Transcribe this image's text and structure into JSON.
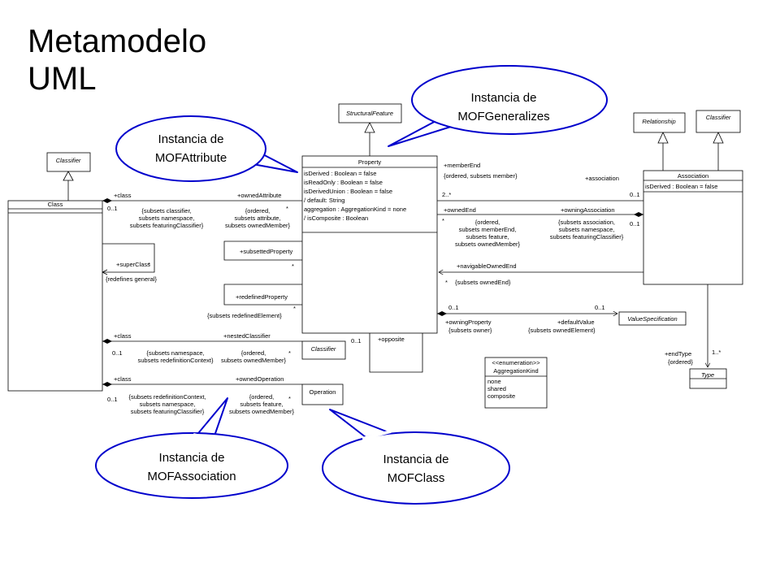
{
  "title": {
    "line1": "Metamodelo",
    "line2": "UML"
  },
  "callouts": {
    "generalizes": {
      "line1": "Instancia de",
      "line2": "MOFGeneralizes"
    },
    "attribute": {
      "line1": "Instancia de",
      "line2": "MOFAttribute"
    },
    "association": {
      "line1": "Instancia de",
      "line2": "MOFAssociation"
    },
    "class": {
      "line1": "Instancia de",
      "line2": "MOFClass"
    }
  },
  "classes": {
    "structural_feature": "StructuralFeature",
    "classifier_top_left": "Classifier",
    "class": "Class",
    "property": "Property",
    "property_attrs": [
      "isDerived : Boolean = false",
      "isReadOnly : Boolean = false",
      "isDerivedUnion : Boolean = false",
      "/ default: String",
      "aggregation : AggregationKind = none",
      "/ isComposite : Boolean"
    ],
    "relationship": "Relationship",
    "classifier_top_right": "Classifier",
    "association": "Association",
    "association_attr": "isDerived : Boolean = false",
    "classifier_mid": "Classifier",
    "operation": "Operation",
    "value_specification": "ValueSpecification",
    "type": "Type",
    "enum_stereotype": "<<enumeration>>",
    "enum_name": "AggregationKind",
    "enum_literals": [
      "none",
      "shared",
      "composite"
    ]
  },
  "labels": {
    "plus_class_1": "+class",
    "owned_attribute": "+ownedAttribute",
    "mult_01_1": "0..1",
    "star_1": "*",
    "ann_class_1": [
      "{subsets classifier,",
      "subsets namespace,",
      "subsets featuringClassifier}"
    ],
    "ann_attr_1": [
      "{ordered,",
      "subsets attribute,",
      "subsets ownedMember}"
    ],
    "subsetted_property": "+subsettedProperty",
    "star_2": "*",
    "super_class": "+superClass",
    "star_3": "*",
    "redefines_general": "{redefines general}",
    "redefined_property": "+redefinedProperty",
    "ann_redefined": "{subsets redefinedElement}",
    "star_4": "*",
    "plus_class_2": "+class",
    "nested_classifier": "+nestedClassifier",
    "mult_01_2": "0..1",
    "star_5": "*",
    "ann_class_2": [
      "{subsets namespace,",
      "subsets redefinitionContext}"
    ],
    "ann_nested": [
      "{ordered,",
      "subsets ownedMember}"
    ],
    "plus_class_3": "+class",
    "owned_operation": "+ownedOperation",
    "mult_01_3": "0..1",
    "star_6": "*",
    "ann_class_3": [
      "{subsets redefinitionContext,",
      "subsets namespace,",
      "subsets featuringClassifier}"
    ],
    "ann_operation": [
      "{ordered,",
      "subsets feature,",
      "subsets ownedMember}"
    ],
    "mult_01_4": "0..1",
    "opposite": "+opposite",
    "member_end": "+memberEnd",
    "ann_member_end": "{ordered, subsets member}",
    "plus_association": "+association",
    "mult_2star": "2..*",
    "mult_01_5": "0..1",
    "owned_end": "+ownedEnd",
    "owning_association": "+owningAssociation",
    "star_7": "*",
    "ann_owned_end": [
      "{ordered,",
      "subsets memberEnd,",
      "subsets feature,",
      "subsets ownedMember}"
    ],
    "ann_owning_assoc": [
      "{subsets association,",
      "subsets namespace,",
      "subsets featuringClassifier}"
    ],
    "mult_01_6": "0..1",
    "navigable_owned_end": "+navigableOwnedEnd",
    "star_8": "*",
    "ann_nav_end": "{subsets ownedEnd}",
    "mult_01_7": "0..1",
    "mult_01_8": "0..1",
    "owning_property": "+owningProperty",
    "ann_owning_property": "{subsets owner}",
    "default_value": "+defaultValue",
    "ann_default_value": "{subsets ownedElement}",
    "end_type": "+endType",
    "ann_end_type": "{ordered}",
    "mult_1star": "1..*"
  }
}
